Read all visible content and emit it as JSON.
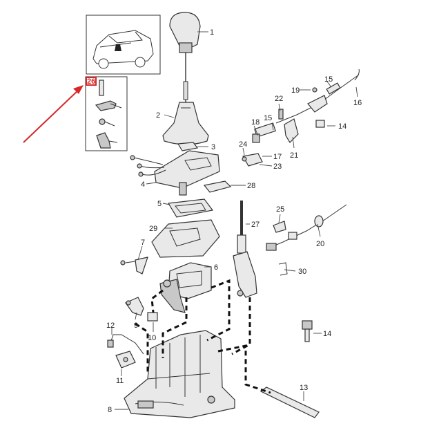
{
  "colors": {
    "highlight": "#d62828",
    "line": "#333333",
    "part_fill": "#e9e9e9"
  },
  "callouts": [
    {
      "label": "1"
    },
    {
      "label": "2"
    },
    {
      "label": "3"
    },
    {
      "label": "4"
    },
    {
      "label": "5"
    },
    {
      "label": "6"
    },
    {
      "label": "7"
    },
    {
      "label": "8"
    },
    {
      "label": "9"
    },
    {
      "label": "10"
    },
    {
      "label": "11"
    },
    {
      "label": "12"
    },
    {
      "label": "13"
    },
    {
      "label": "14"
    },
    {
      "label": "14"
    },
    {
      "label": "15"
    },
    {
      "label": "15"
    },
    {
      "label": "16"
    },
    {
      "label": "17"
    },
    {
      "label": "18"
    },
    {
      "label": "19"
    },
    {
      "label": "20"
    },
    {
      "label": "21"
    },
    {
      "label": "22"
    },
    {
      "label": "23"
    },
    {
      "label": "24"
    },
    {
      "label": "25"
    },
    {
      "label": "26"
    },
    {
      "label": "27"
    },
    {
      "label": "28"
    },
    {
      "label": "29"
    },
    {
      "label": "30"
    }
  ],
  "inset_detail": {
    "label": "26"
  }
}
